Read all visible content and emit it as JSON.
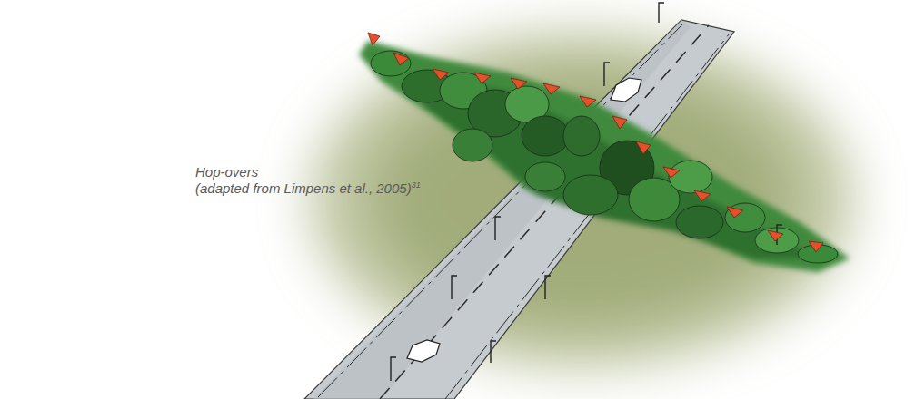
{
  "diagram": {
    "labels": [
      "Hop-overs",
      "(adapted from Limpens et al., 2005)",
      "31"
    ]
  }
}
